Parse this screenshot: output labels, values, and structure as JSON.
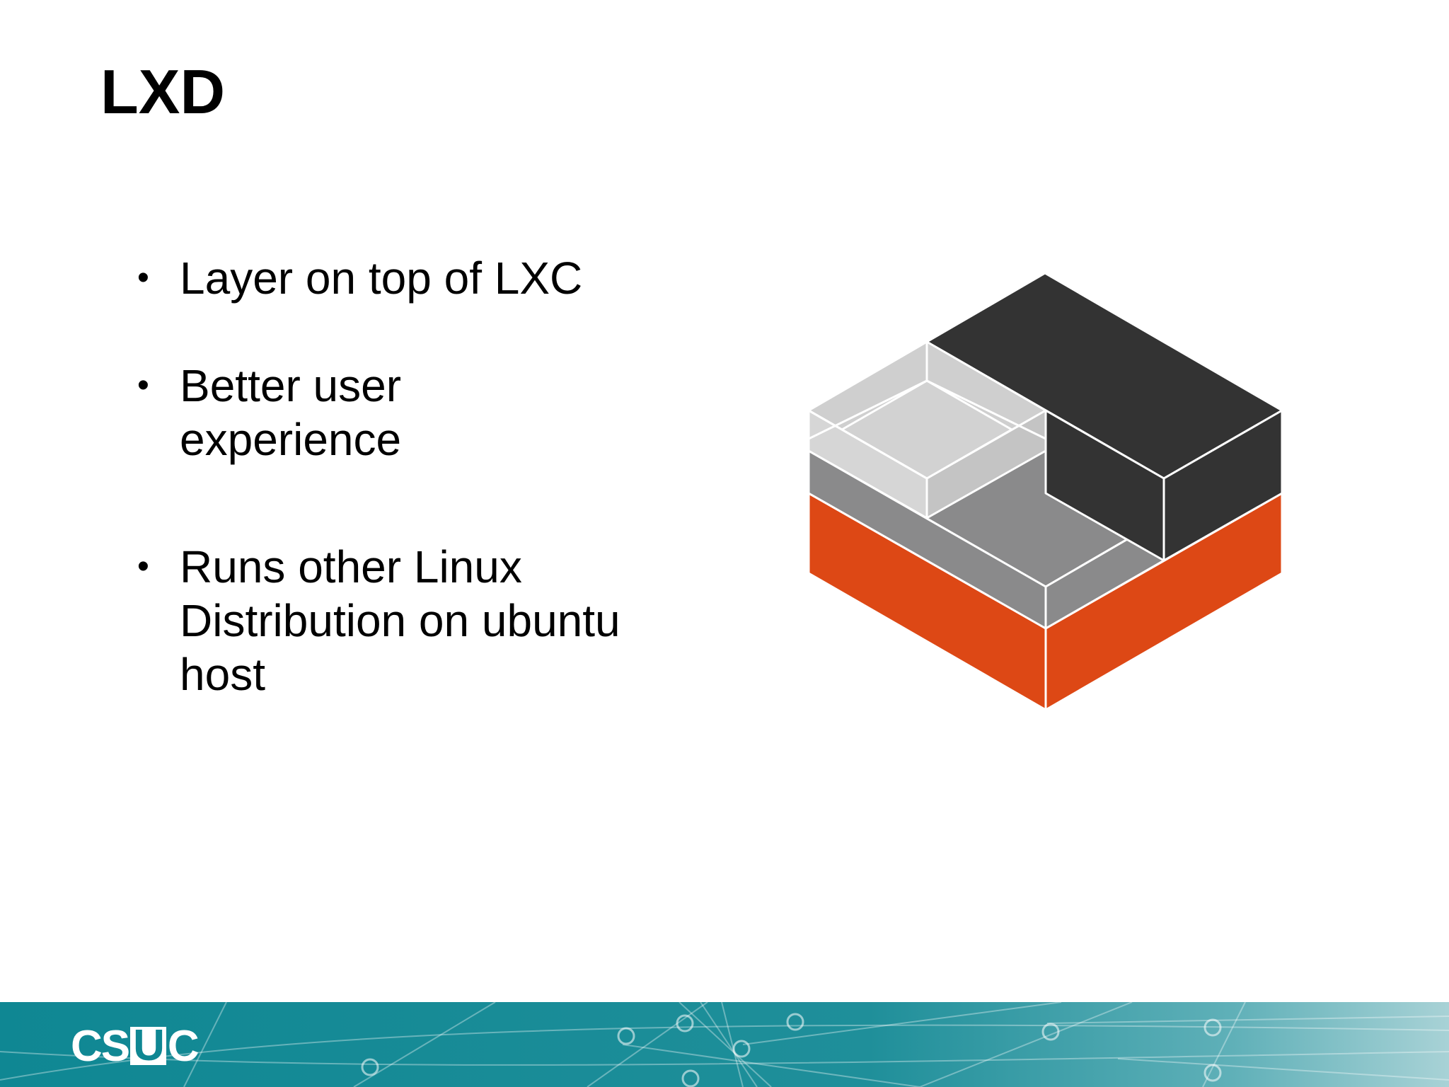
{
  "slide": {
    "title": "LXD",
    "bullets": [
      {
        "lines": [
          "Layer on top of LXC"
        ]
      },
      {
        "lines": [
          "Better user",
          "experience"
        ]
      },
      {
        "lines": [
          "Runs other Linux",
          "Distribution on ubuntu",
          "host"
        ]
      }
    ]
  },
  "footer": {
    "logo_text": {
      "pre": "CS",
      "boxed": "U",
      "post": "C"
    }
  },
  "colors": {
    "cube_dark": "#333333",
    "cube_light": "#cfcfcf",
    "cube_mid": "#8a8a8b",
    "cube_orange": "#dd4815",
    "footer_teal": "#0f8793",
    "footer_light": "#9fcdd1"
  }
}
